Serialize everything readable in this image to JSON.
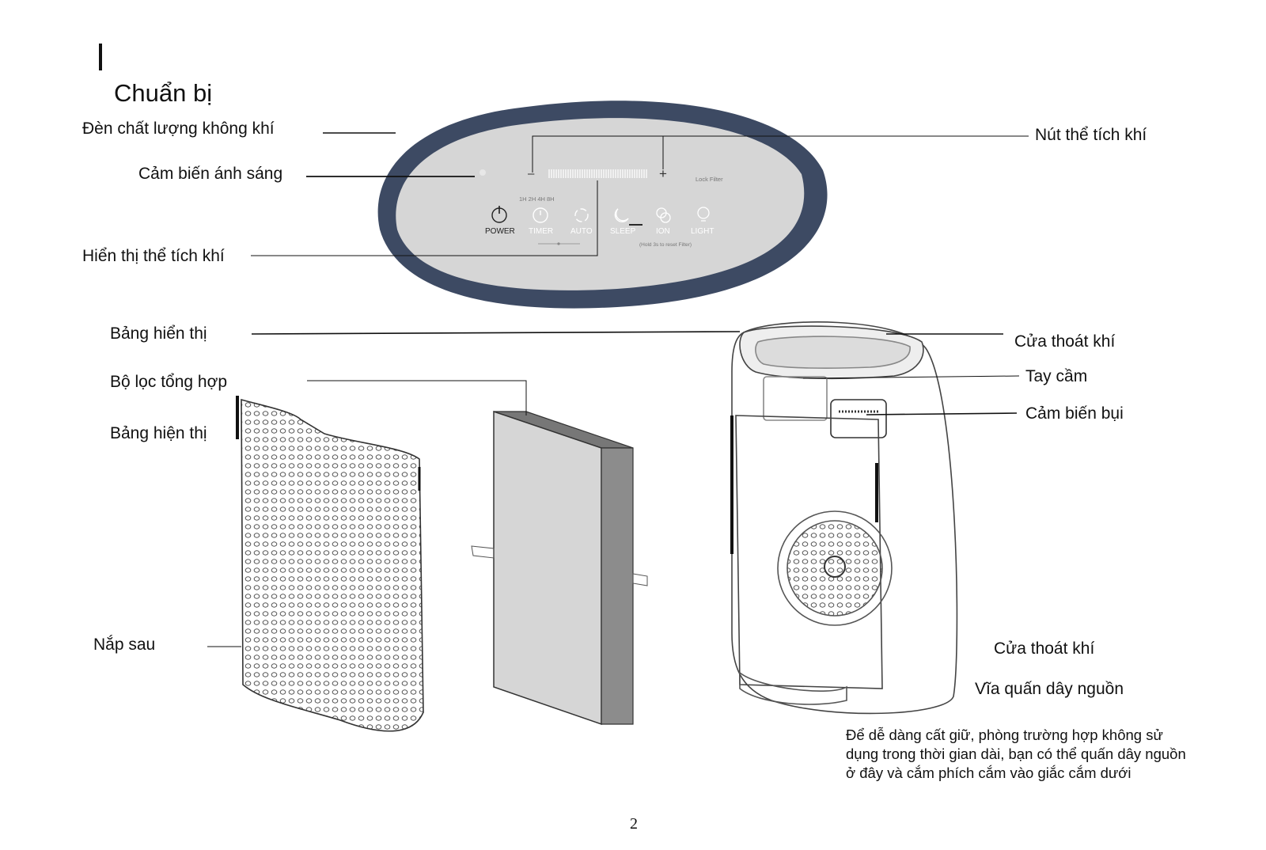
{
  "section": {
    "title": "Chuẩn bị"
  },
  "labels": {
    "air_quality_light": "Đèn chất lượng không khí",
    "light_sensor": "Cảm biến ánh sáng",
    "airflow_display": "Hiển thị thể tích khí",
    "airflow_button": "Nút thể tích khí",
    "display_panel": "Bảng hiển thị",
    "composite_filter": "Bộ lọc tổng hợp",
    "display_panel_2": "Bảng hiện thị",
    "back_cover": "Nắp sau",
    "air_outlet": "Cửa thoát khí",
    "handle": "Tay cầm",
    "dust_sensor": "Cảm biến bụi",
    "air_outlet_2": "Cửa thoát khí",
    "cord_wrap": "Vĩa quấn dây nguồn"
  },
  "control_panel": {
    "buttons": [
      "POWER",
      "TIMER",
      "AUTO",
      "SLEEP",
      "ION",
      "LIGHT"
    ],
    "timer_marks": "1H  2H  4H  8H",
    "minus": "–",
    "plus": "+",
    "lock_filter": "Lock   Filter",
    "sub_caption": "(Hold 3s to reset Filter)",
    "icons": [
      "power-icon",
      "timer-icon",
      "auto-icon",
      "sleep-icon",
      "ion-icon",
      "light-icon"
    ]
  },
  "note": "Để dễ dàng cất giữ, phòng trường hợp không sử dụng trong thời gian dài, bạn có thể quấn dây nguồn ở đây và cắm phích cắm vào giắc cắm dưới",
  "page_number": "2",
  "colors": {
    "panel_frame": "#3d4a63",
    "panel_face": "#d7d7d7",
    "line": "#111111"
  }
}
